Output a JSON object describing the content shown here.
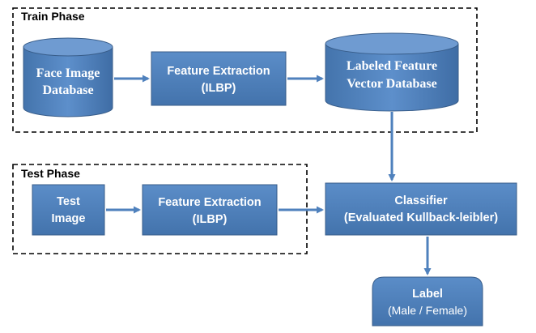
{
  "diagram": {
    "train_phase": {
      "title": "Train Phase"
    },
    "test_phase": {
      "title": "Test Phase"
    },
    "nodes": {
      "face_db": {
        "lines": [
          "Face Image",
          "Database"
        ]
      },
      "feature_extraction_train": {
        "lines": [
          "Feature Extraction",
          "(ILBP)"
        ]
      },
      "labeled_db": {
        "lines": [
          "Labeled Feature",
          "Vector Database"
        ]
      },
      "test_image": {
        "lines": [
          "Test",
          "Image"
        ]
      },
      "feature_extraction_test": {
        "lines": [
          "Feature Extraction",
          "(ILBP)"
        ]
      },
      "classifier": {
        "lines": [
          "Classifier",
          "(Evaluated Kullback-leibler)"
        ]
      },
      "label": {
        "lines": [
          "Label",
          "(Male / Female)"
        ]
      }
    },
    "colors": {
      "box_fill": "#4F81BD",
      "box_fill_dark": "#3A6A9F",
      "box_stroke": "#385D8A",
      "arrow": "#4F81BD",
      "phase_border": "#000000",
      "text": "#FFFFFF"
    }
  }
}
